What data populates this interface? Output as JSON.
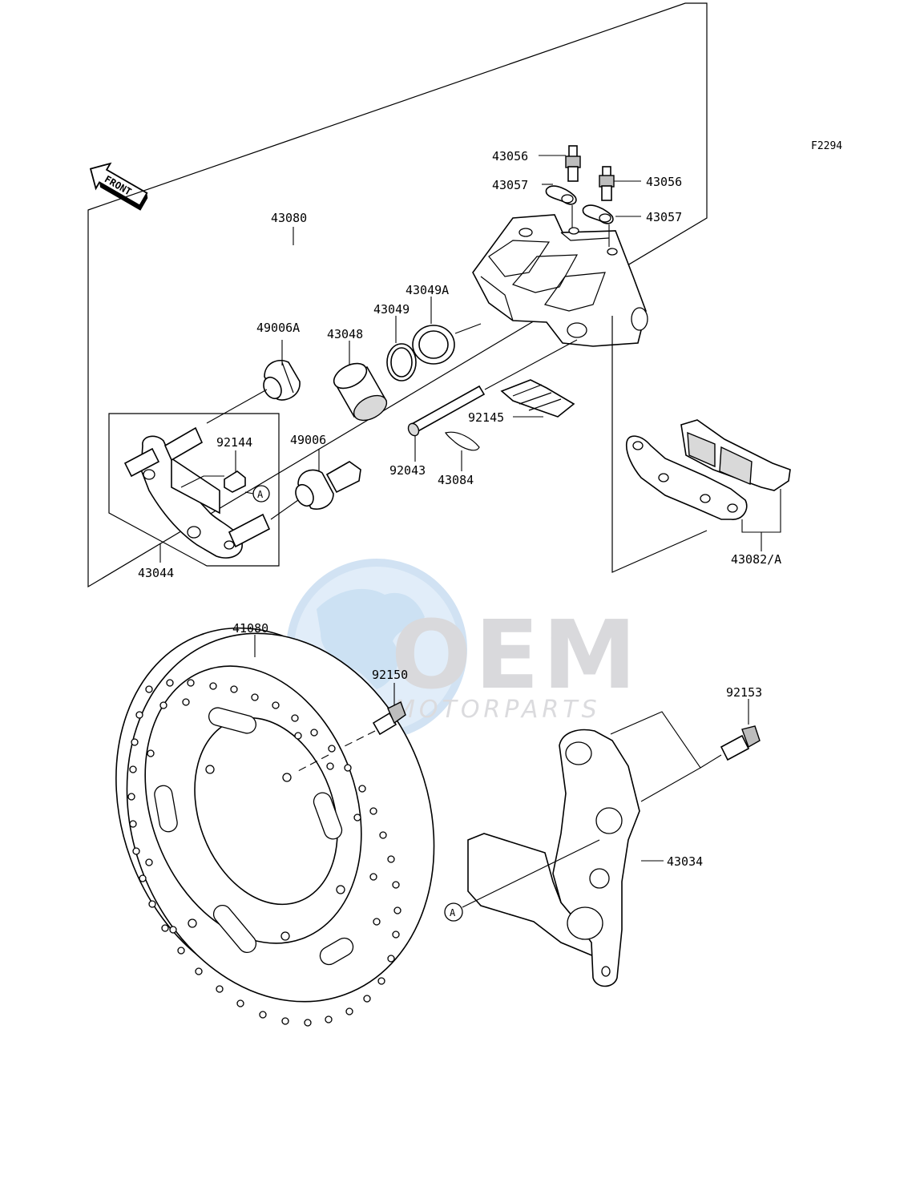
{
  "figure_code": "F2294",
  "front_arrow_label": "FRONT",
  "ref_marker": "A",
  "watermark": {
    "brand": "OEM",
    "tagline": "MOTORPARTS",
    "globe_color": "#cfe3f5",
    "text_color": "#c9c9cc"
  },
  "part_labels": {
    "p43080": "43080",
    "p43056_left": "43056",
    "p43056_right": "43056",
    "p43057_left": "43057",
    "p43057_right": "43057",
    "p43049A": "43049A",
    "p43049": "43049",
    "p43048": "43048",
    "p49006A": "49006A",
    "p49006": "49006",
    "p92144": "92144",
    "p92145": "92145",
    "p92043": "92043",
    "p43084": "43084",
    "p43044": "43044",
    "p43082A": "43082/A",
    "p41080": "41080",
    "p92150": "92150",
    "p92153": "92153",
    "p43034": "43034"
  }
}
